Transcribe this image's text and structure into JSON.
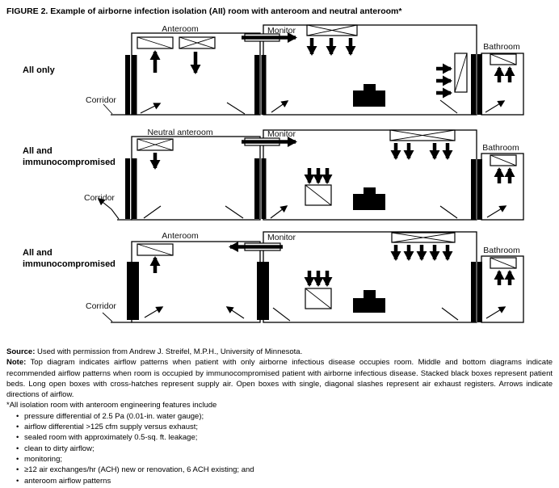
{
  "figure": {
    "title": "FIGURE 2. Example of airborne infection isolation (AII) room with anteroom and neutral anteroom*"
  },
  "diagrams": [
    {
      "side_label": "All only",
      "anteroom_label": "Anteroom",
      "monitor_label": "Monitor",
      "bathroom_label": "Bathroom",
      "corridor_label": "Corridor"
    },
    {
      "side_label_line1": "All and",
      "side_label_line2": "immunocompromised",
      "anteroom_label": "Neutral anteroom",
      "monitor_label": "Monitor",
      "bathroom_label": "Bathroom",
      "corridor_label": "Corridor"
    },
    {
      "side_label_line1": "All and",
      "side_label_line2": "immunocompromised",
      "anteroom_label": "Anteroom",
      "monitor_label": "Monitor",
      "bathroom_label": "Bathroom",
      "corridor_label": "Corridor"
    }
  ],
  "legend": {
    "source_label": "Source:",
    "source_text": "Used with permission from Andrew J. Streifel, M.P.H., University of Minnesota.",
    "note_label": "Note:",
    "note_text": "Top diagram indicates airflow patterns when patient with only airborne infectious disease occupies room. Middle and bottom diagrams indicate recommended airflow patterns when room is occupied by immunocompromised patient with airborne infectious disease. Stacked black boxes represent patient beds. Long open boxes with cross-hatches represent supply air. Open boxes with single, diagonal slashes represent air exhaust registers. Arrows indicate directions of airflow.",
    "footnote_intro": "*All isolation room with anteroom engineering features include",
    "bullets": [
      "pressure differential of 2.5 Pa (0.01-in. water gauge);",
      "airflow differential >125 cfm supply versus exhaust;",
      "sealed room with approximately 0.5-sq. ft. leakage;",
      "clean to dirty airflow;",
      "monitoring;",
      "≥12 air exchanges/hr (ACH) new or renovation, 6 ACH existing; and",
      "anteroom airflow patterns"
    ]
  },
  "colors": {
    "ink": "#000000",
    "paper": "#ffffff"
  }
}
